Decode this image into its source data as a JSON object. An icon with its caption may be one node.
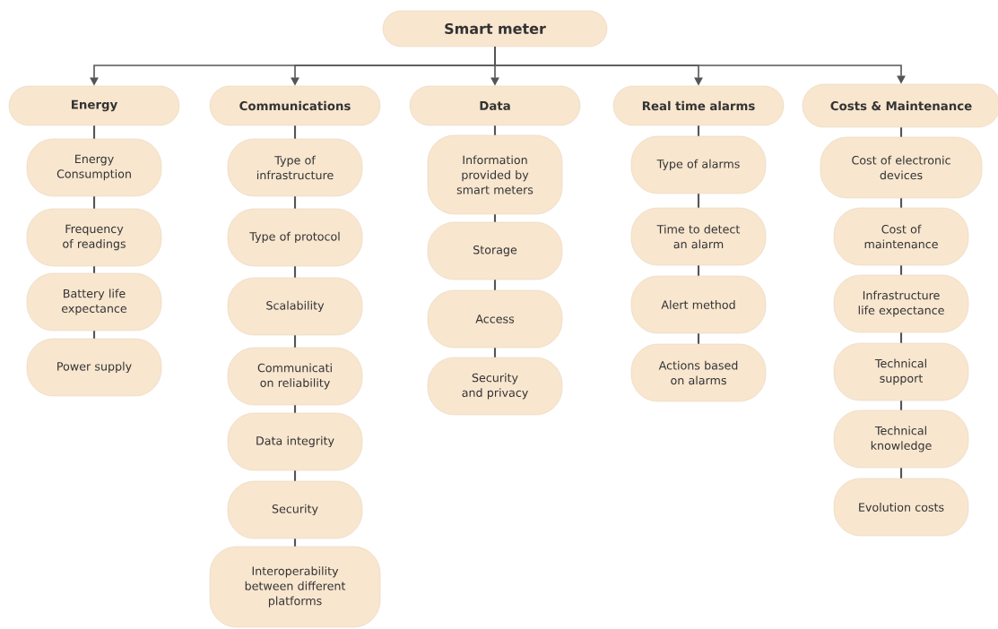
{
  "diagram": {
    "nodes": [
      {
        "text": [
          "Smart meter"
        ]
      },
      {
        "text": [
          "Energy"
        ]
      },
      {
        "text": [
          "Communications"
        ]
      },
      {
        "text": [
          "Data"
        ]
      },
      {
        "text": [
          "Real time alarms"
        ]
      },
      {
        "text": [
          "Costs & Maintenance"
        ]
      },
      {
        "text": [
          "Energy Consumption"
        ]
      },
      {
        "text": [
          "Frequency of readings"
        ]
      },
      {
        "text": [
          "Battery life expectance"
        ]
      },
      {
        "text": [
          "Power supply"
        ]
      },
      {
        "text": [
          "Type of infrastructure"
        ]
      },
      {
        "text": [
          "Type of protocol"
        ]
      },
      {
        "text": [
          "Scalability"
        ]
      },
      {
        "text": [
          "Communicati on reliability"
        ]
      },
      {
        "text": [
          "Data integrity"
        ]
      },
      {
        "text": [
          "Security"
        ]
      },
      {
        "text": [
          "Interoperability between different platforms"
        ]
      },
      {
        "text": [
          "Information provided by smart meters"
        ]
      },
      {
        "text": [
          "Storage"
        ]
      },
      {
        "text": [
          "Access"
        ]
      },
      {
        "text": [
          "Security and privacy"
        ]
      },
      {
        "text": [
          "Type of alarms"
        ]
      },
      {
        "text": [
          "Time to detect an alarm"
        ]
      },
      {
        "text": [
          "Alert method"
        ]
      },
      {
        "text": [
          "Actions based on alarms"
        ]
      },
      {
        "text": [
          "Cost of electronic devices"
        ]
      },
      {
        "text": [
          "Cost of maintenance"
        ]
      },
      {
        "text": [
          "Infrastructure life expectance"
        ]
      },
      {
        "text": [
          "Technical support"
        ]
      },
      {
        "text": [
          "Technical knowledge"
        ]
      },
      {
        "text": [
          "Evolution costs"
        ]
      }
    ],
    "edges": [
      {
        "from": 0,
        "to": 1,
        "arrow": "to"
      },
      {
        "from": 0,
        "to": 2,
        "arrow": "to"
      },
      {
        "from": 0,
        "to": 3,
        "arrow": "to"
      },
      {
        "from": 0,
        "to": 4,
        "arrow": "to"
      },
      {
        "from": 0,
        "to": 5,
        "arrow": "to"
      },
      {
        "from": 1,
        "to": 6,
        "arrow": "none"
      },
      {
        "from": 6,
        "to": 7,
        "arrow": "none"
      },
      {
        "from": 7,
        "to": 8,
        "arrow": "none"
      },
      {
        "from": 8,
        "to": 9,
        "arrow": "none"
      },
      {
        "from": 2,
        "to": 10,
        "arrow": "none"
      },
      {
        "from": 10,
        "to": 11,
        "arrow": "none"
      },
      {
        "from": 11,
        "to": 12,
        "arrow": "none"
      },
      {
        "from": 12,
        "to": 13,
        "arrow": "none"
      },
      {
        "from": 13,
        "to": 14,
        "arrow": "none"
      },
      {
        "from": 14,
        "to": 15,
        "arrow": "none"
      },
      {
        "from": 15,
        "to": 16,
        "arrow": "none"
      },
      {
        "from": 3,
        "to": 17,
        "arrow": "none"
      },
      {
        "from": 17,
        "to": 18,
        "arrow": "none"
      },
      {
        "from": 18,
        "to": 19,
        "arrow": "none"
      },
      {
        "from": 19,
        "to": 20,
        "arrow": "none"
      },
      {
        "from": 4,
        "to": 21,
        "arrow": "none"
      },
      {
        "from": 21,
        "to": 22,
        "arrow": "none"
      },
      {
        "from": 22,
        "to": 23,
        "arrow": "none"
      },
      {
        "from": 23,
        "to": 24,
        "arrow": "none"
      },
      {
        "from": 5,
        "to": 25,
        "arrow": "none"
      },
      {
        "from": 25,
        "to": 26,
        "arrow": "none"
      },
      {
        "from": 26,
        "to": 27,
        "arrow": "none"
      },
      {
        "from": 27,
        "to": 28,
        "arrow": "none"
      },
      {
        "from": 28,
        "to": 29,
        "arrow": "none"
      },
      {
        "from": 29,
        "to": 30,
        "arrow": "none"
      }
    ]
  }
}
